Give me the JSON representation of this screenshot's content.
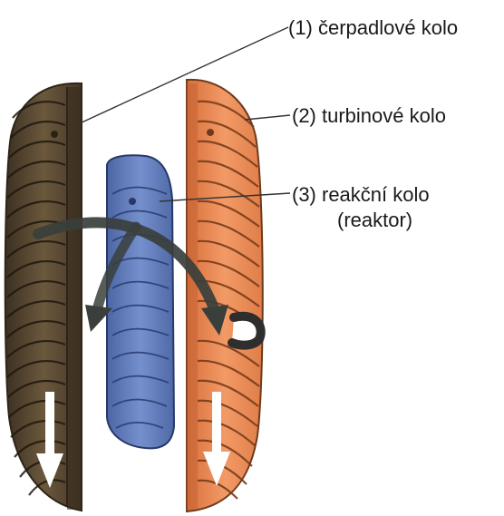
{
  "labels": {
    "pump": "(1) čerpadlové kolo",
    "turbine": "(2) turbinové kolo",
    "reactor": "(3) reakční kolo",
    "reactor_sub": "(reaktor)"
  },
  "colors": {
    "pump_wheel": "#5a4a33",
    "pump_dark": "#2e2418",
    "turbine_wheel": "#e88a55",
    "turbine_dark": "#6e3a1e",
    "reactor_wheel": "#5e79b8",
    "reactor_dark": "#28386a",
    "flow_arrow": "#3a3f3c",
    "down_arrow": "#ffffff",
    "leader_line": "#333333"
  },
  "icons": {
    "flow": "curved-flow-arrow",
    "direction": "down-arrow"
  }
}
